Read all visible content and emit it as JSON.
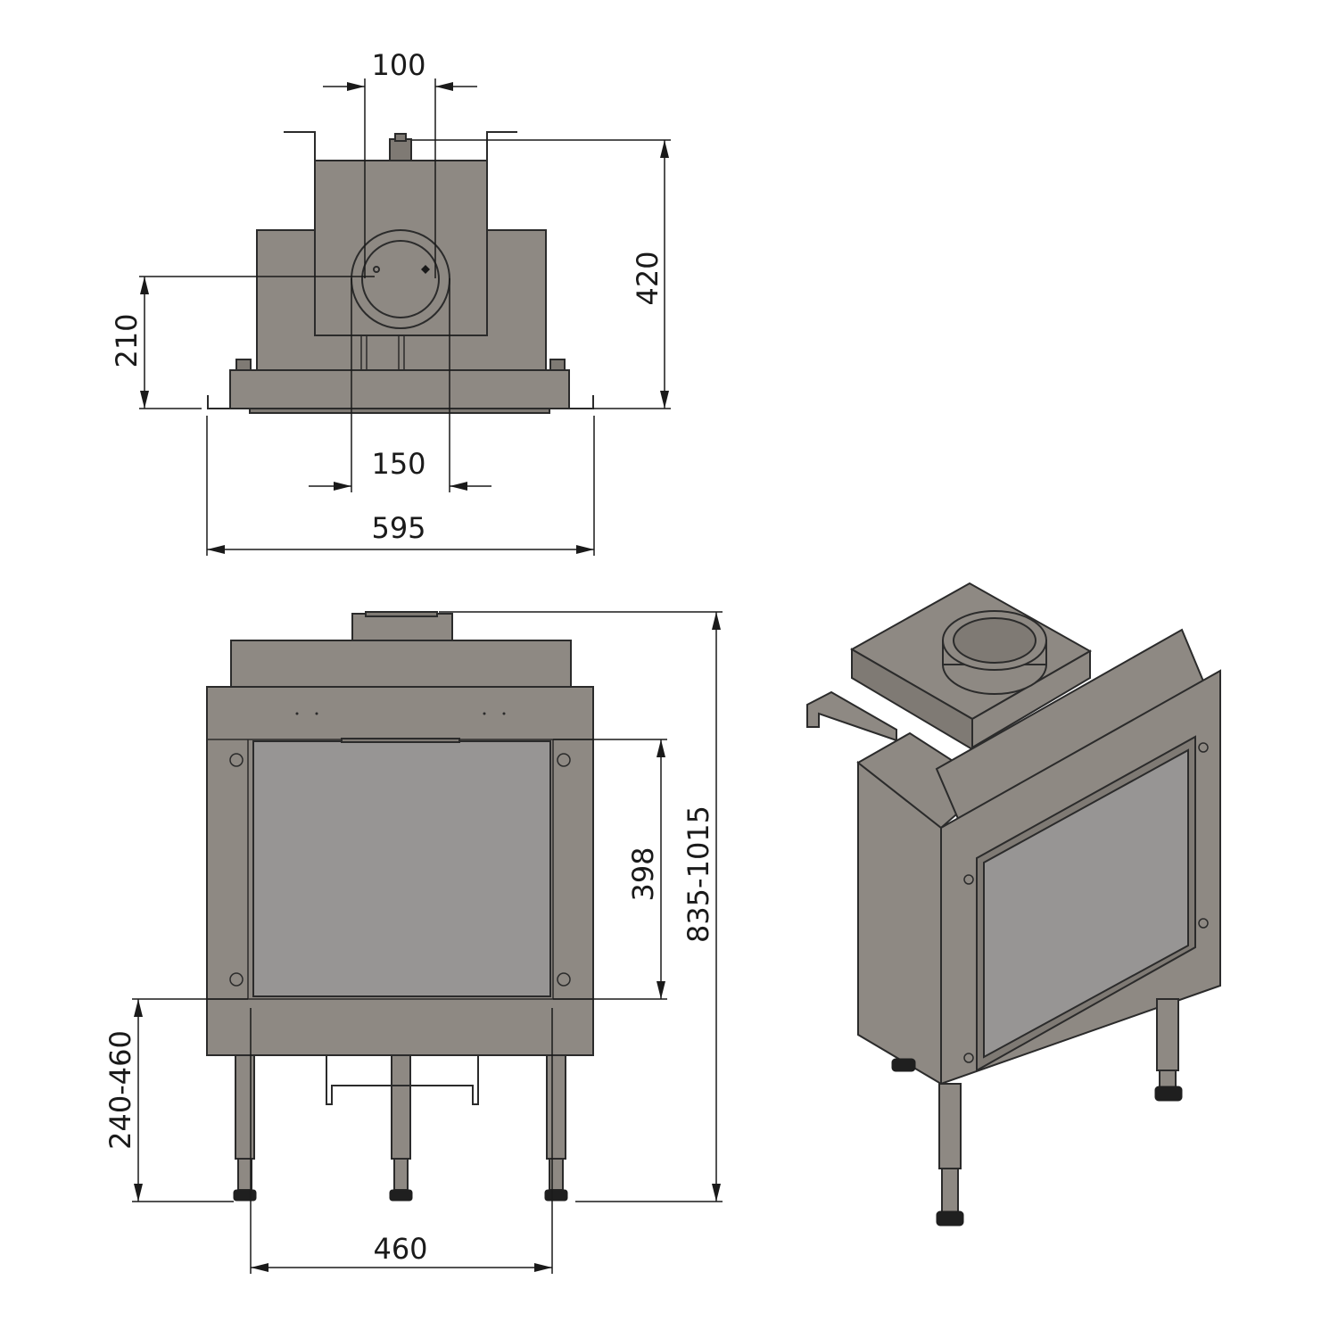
{
  "dimensions": {
    "top_flue_diameter": "100",
    "top_flue_outer": "150",
    "top_width": "595",
    "top_depth": "420",
    "top_flue_offset": "210",
    "front_glass_height": "398",
    "front_total_height": "835-1015",
    "front_leg_height": "240-460",
    "front_leg_spacing": "460"
  },
  "colors": {
    "steel": "#8e8983",
    "glass": "#979594",
    "outline": "#2b2b2b"
  }
}
